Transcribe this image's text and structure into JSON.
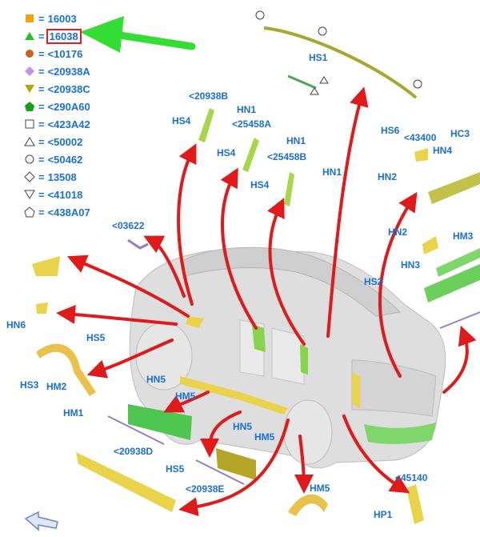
{
  "legend": {
    "equals": "=",
    "items": [
      {
        "symbol": "square-filled",
        "color": "#f2a20c",
        "code": "16003"
      },
      {
        "symbol": "triangle-filled",
        "color": "#22c422",
        "code": "16038",
        "highlighted": true
      },
      {
        "symbol": "circle-filled",
        "color": "#c8641e",
        "code": "<10176"
      },
      {
        "symbol": "diamond-filled",
        "color": "#c78ef0",
        "code": "<20938A"
      },
      {
        "symbol": "triangle-down-filled",
        "color": "#b3a800",
        "code": "<20938C"
      },
      {
        "symbol": "pentagon-filled",
        "color": "#16a016",
        "code": "<290A60"
      },
      {
        "symbol": "square-outline",
        "color": "#444444",
        "code": "<423A42"
      },
      {
        "symbol": "triangle-outline",
        "color": "#444444",
        "code": "<50002"
      },
      {
        "symbol": "circle-outline",
        "color": "#444444",
        "code": "<50462"
      },
      {
        "symbol": "diamond-outline",
        "color": "#444444",
        "code": "13508"
      },
      {
        "symbol": "triangle-down-outline",
        "color": "#444444",
        "code": "<41018"
      },
      {
        "symbol": "pentagon-outline",
        "color": "#444444",
        "code": "<438A07"
      }
    ]
  },
  "callouts": {
    "hs1": "HS1",
    "b20938": "<20938B",
    "hn1_a": "HN1",
    "hs4_a": "HS4",
    "p25458a": "<25458A",
    "hn1_b": "HN1",
    "hs4_b": "HS4",
    "p25458b": "<25458B",
    "hs4_c": "HS4",
    "hn1_c": "HN1",
    "hs6": "HS6",
    "p43400": "<43400",
    "hc3": "HC3",
    "hn4": "HN4",
    "hn2_a": "HN2",
    "hn2_b": "HN2",
    "hm3": "HM3",
    "hn3": "HN3",
    "hs2": "HS2",
    "p03622": "<03622",
    "hn6": "HN6",
    "hs5_a": "HS5",
    "hs3": "HS3",
    "hm2": "HM2",
    "hn5_a": "HN5",
    "hm5_a": "HM5",
    "hm1": "HM1",
    "d20938": "<20938D",
    "hn5_b": "HN5",
    "hm5_b": "HM5",
    "hs5_b": "HS5",
    "e20938": "<20938E",
    "hm5_c": "HM5",
    "p45140": "<45140",
    "hp1": "HP1"
  },
  "colors": {
    "label": "#1a6fd6",
    "arrow_red": "#e0191b",
    "arrow_green": "#33dd33",
    "highlight_box": "#e02020",
    "car_body": "#dcdcdc",
    "part_yellow": "#e8d34a",
    "part_green": "#55cc44",
    "part_olive": "#b6a628"
  }
}
